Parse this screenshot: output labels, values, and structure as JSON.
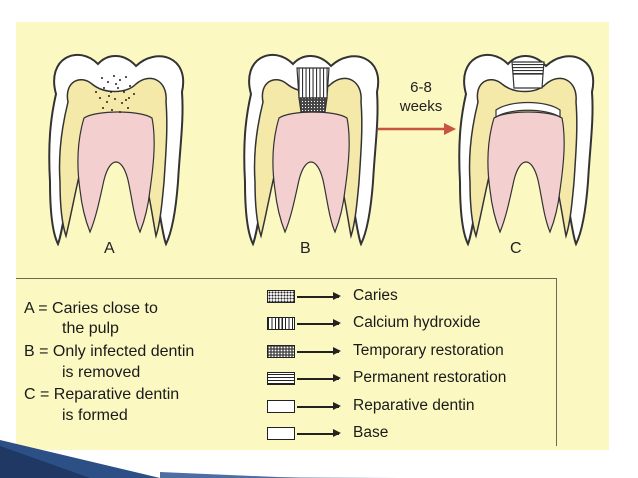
{
  "teeth": {
    "a": {
      "label": "A"
    },
    "b": {
      "label": "B"
    },
    "c": {
      "label": "C"
    }
  },
  "arrow": {
    "line1": "6-8",
    "line2": "weeks",
    "color": "#c8553d"
  },
  "definitions": [
    "A = Caries close to",
    "the pulp",
    "B = Only infected dentin",
    "is removed",
    "C = Reparative dentin",
    "is formed"
  ],
  "key": [
    {
      "pattern": "caries-pattern",
      "label": "Caries"
    },
    {
      "pattern": "calcium-hydroxide-pattern",
      "label": "Calcium hydroxide"
    },
    {
      "pattern": "temporary-restoration-pattern",
      "label": "Temporary restoration"
    },
    {
      "pattern": "permanent-restoration-pattern",
      "label": "Permanent restoration"
    },
    {
      "pattern": "blank",
      "label": "Reparative dentin"
    },
    {
      "pattern": "blank",
      "label": "Base"
    }
  ],
  "colors": {
    "background": "#fbf8c2",
    "dentin": "#f4e9a8",
    "pulp": "#f4cfd0",
    "enamel": "#ffffff"
  }
}
